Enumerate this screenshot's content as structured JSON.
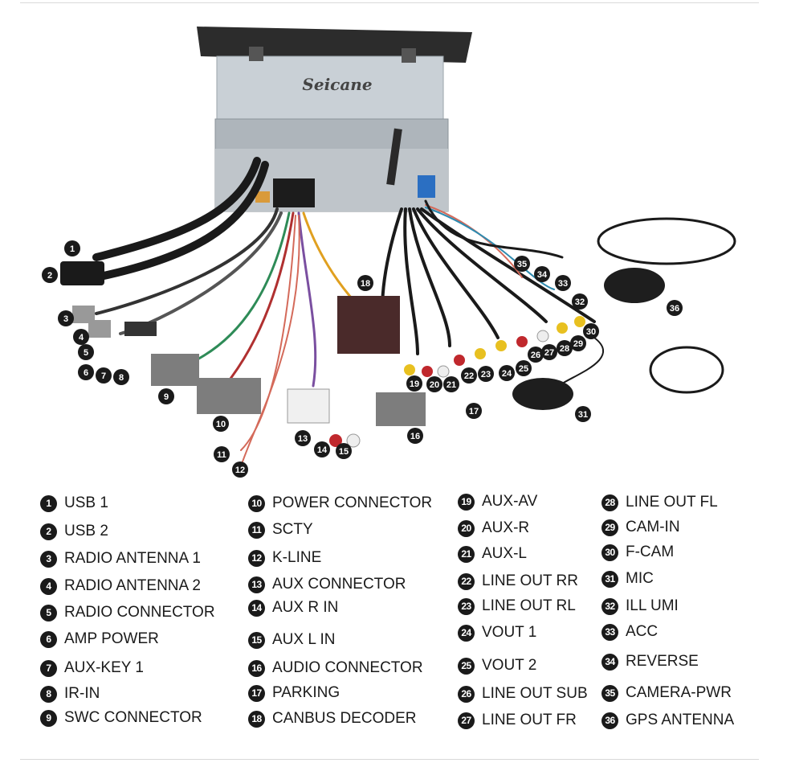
{
  "brand": "Seicane",
  "legend": [
    {
      "num": "1",
      "label": "USB 1"
    },
    {
      "num": "2",
      "label": "USB 2"
    },
    {
      "num": "3",
      "label": "RADIO ANTENNA 1"
    },
    {
      "num": "4",
      "label": "RADIO ANTENNA 2"
    },
    {
      "num": "5",
      "label": "RADIO CONNECTOR"
    },
    {
      "num": "6",
      "label": "AMP POWER"
    },
    {
      "num": "7",
      "label": "AUX-KEY 1"
    },
    {
      "num": "8",
      "label": "IR-IN"
    },
    {
      "num": "9",
      "label": "SWC CONNECTOR"
    },
    {
      "num": "10",
      "label": "POWER CONNECTOR"
    },
    {
      "num": "11",
      "label": "SCTY"
    },
    {
      "num": "12",
      "label": "K-LINE"
    },
    {
      "num": "13",
      "label": "AUX CONNECTOR"
    },
    {
      "num": "14",
      "label": "AUX R IN"
    },
    {
      "num": "15",
      "label": "AUX L IN"
    },
    {
      "num": "16",
      "label": "AUDIO CONNECTOR"
    },
    {
      "num": "17",
      "label": "PARKING"
    },
    {
      "num": "18",
      "label": "CANBUS DECODER"
    },
    {
      "num": "19",
      "label": "AUX-AV"
    },
    {
      "num": "20",
      "label": "AUX-R"
    },
    {
      "num": "21",
      "label": "AUX-L"
    },
    {
      "num": "22",
      "label": "LINE OUT RR"
    },
    {
      "num": "23",
      "label": "LINE OUT RL"
    },
    {
      "num": "24",
      "label": "VOUT 1"
    },
    {
      "num": "25",
      "label": "VOUT 2"
    },
    {
      "num": "26",
      "label": "LINE OUT SUB"
    },
    {
      "num": "27",
      "label": "LINE OUT FR"
    },
    {
      "num": "28",
      "label": "LINE OUT FL"
    },
    {
      "num": "29",
      "label": "CAM-IN"
    },
    {
      "num": "30",
      "label": "F-CAM"
    },
    {
      "num": "31",
      "label": "MIC"
    },
    {
      "num": "32",
      "label": "ILL UMI"
    },
    {
      "num": "33",
      "label": "ACC"
    },
    {
      "num": "34",
      "label": "REVERSE"
    },
    {
      "num": "35",
      "label": "CAMERA-PWR"
    },
    {
      "num": "36",
      "label": "GPS ANTENNA"
    }
  ],
  "callouts": [
    "1",
    "2",
    "3",
    "4",
    "5",
    "6",
    "7",
    "8",
    "9",
    "10",
    "11",
    "12",
    "13",
    "14",
    "15",
    "16",
    "17",
    "18",
    "19",
    "20",
    "21",
    "22",
    "23",
    "24",
    "25",
    "26",
    "27",
    "28",
    "29",
    "30",
    "31",
    "32",
    "33",
    "34",
    "35",
    "36"
  ]
}
